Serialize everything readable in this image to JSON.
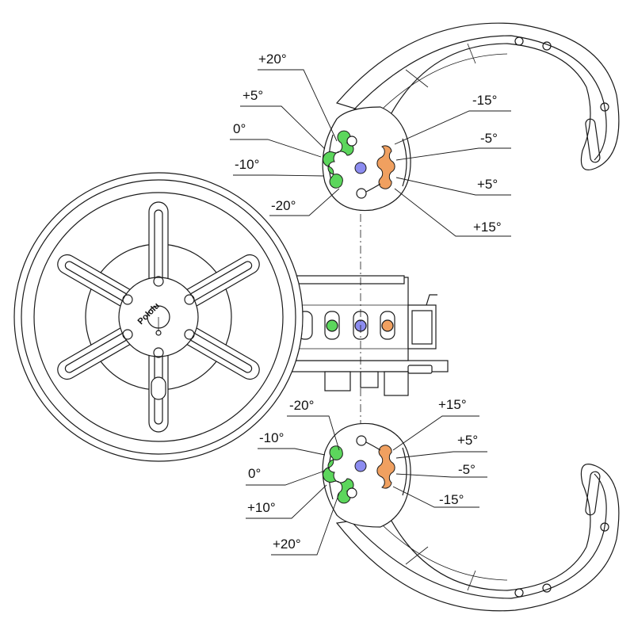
{
  "colors": {
    "green": "#5cd65c",
    "orange": "#f0a060",
    "blue": "#8c8cf0",
    "line": "#1a1a1a"
  },
  "logo": {
    "text": "Pololu"
  },
  "top_bracket": {
    "left_labels": [
      "+20°",
      "+5°",
      "0°",
      "-10°",
      "-20°"
    ],
    "right_labels": [
      "-15°",
      "-5°",
      "+5°",
      "+15°"
    ]
  },
  "bottom_bracket": {
    "left_labels": [
      "-20°",
      "-10°",
      "0°",
      "+10°",
      "+20°"
    ],
    "right_labels": [
      "+15°",
      "+5°",
      "-5°",
      "-15°"
    ]
  }
}
